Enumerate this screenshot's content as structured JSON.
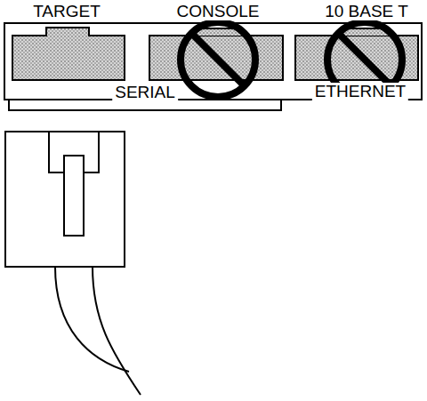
{
  "diagram": {
    "labels": [
      "TARGET",
      "CONSOLE",
      "10 BASE T",
      "SERIAL",
      "ETHERNET"
    ]
  }
}
